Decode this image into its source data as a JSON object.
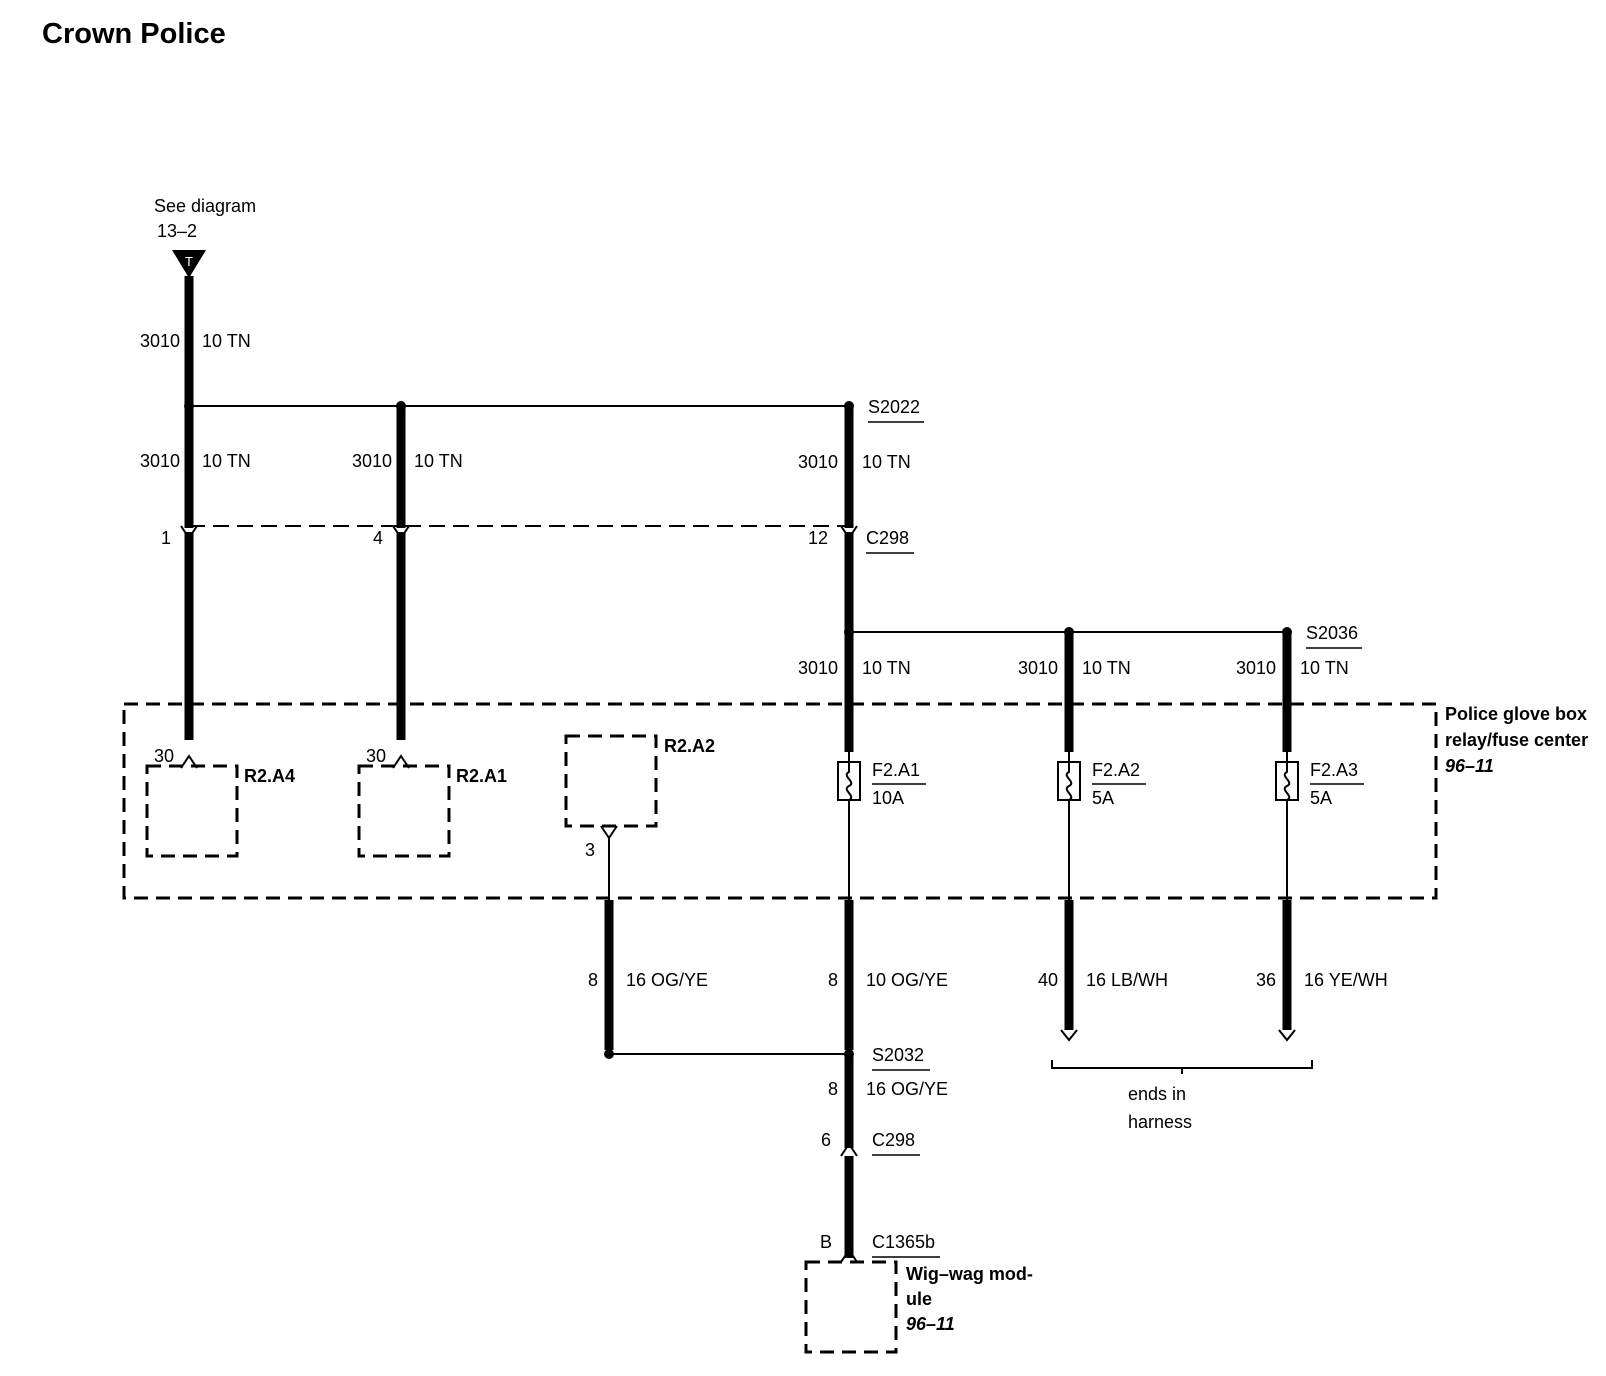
{
  "title": "Crown Police",
  "see_diagram": {
    "line1": "See diagram",
    "line2": "13–2",
    "marker": "T"
  },
  "wires": {
    "top": {
      "circuit": "3010",
      "gauge": "10 TN"
    },
    "w1": {
      "circuit": "3010",
      "gauge": "10 TN"
    },
    "w2": {
      "circuit": "3010",
      "gauge": "10 TN"
    },
    "w3": {
      "circuit": "3010",
      "gauge": "10 TN"
    },
    "w4": {
      "circuit": "3010",
      "gauge": "10 TN"
    },
    "w5": {
      "circuit": "3010",
      "gauge": "10 TN"
    },
    "w6": {
      "circuit": "3010",
      "gauge": "10 TN"
    },
    "og1": {
      "circuit": "8",
      "gauge": "16 OG/YE"
    },
    "og2": {
      "circuit": "8",
      "gauge": "10 OG/YE"
    },
    "lb": {
      "circuit": "40",
      "gauge": "16 LB/WH"
    },
    "ye": {
      "circuit": "36",
      "gauge": "16 YE/WH"
    },
    "og3": {
      "circuit": "8",
      "gauge": "16 OG/YE"
    }
  },
  "splices": {
    "s2022": "S2022",
    "s2036": "S2036",
    "s2032": "S2032"
  },
  "connectors": {
    "c298_top": {
      "name": "C298",
      "pins": [
        "1",
        "4",
        "12"
      ]
    },
    "c298_bottom": {
      "name": "C298",
      "pin": "6"
    },
    "c1365b": {
      "name": "C1365b",
      "pin": "B"
    }
  },
  "relays": {
    "r2a4": {
      "name": "R2.A4",
      "pin": "30"
    },
    "r2a1": {
      "name": "R2.A1",
      "pin": "30"
    },
    "r2a2": {
      "name": "R2.A2",
      "pin": "3"
    }
  },
  "fuses": {
    "f2a1": {
      "name": "F2.A1",
      "rating": "10A"
    },
    "f2a2": {
      "name": "F2.A2",
      "rating": "5A"
    },
    "f2a3": {
      "name": "F2.A3",
      "rating": "5A"
    }
  },
  "fuse_center": {
    "line1": "Police glove box",
    "line2": "relay/fuse center",
    "ref": "96–11"
  },
  "harness_note": {
    "line1": "ends in",
    "line2": "harness"
  },
  "wigwag": {
    "line1": "Wig–wag mod-",
    "line2": "ule",
    "ref": "96–11"
  }
}
